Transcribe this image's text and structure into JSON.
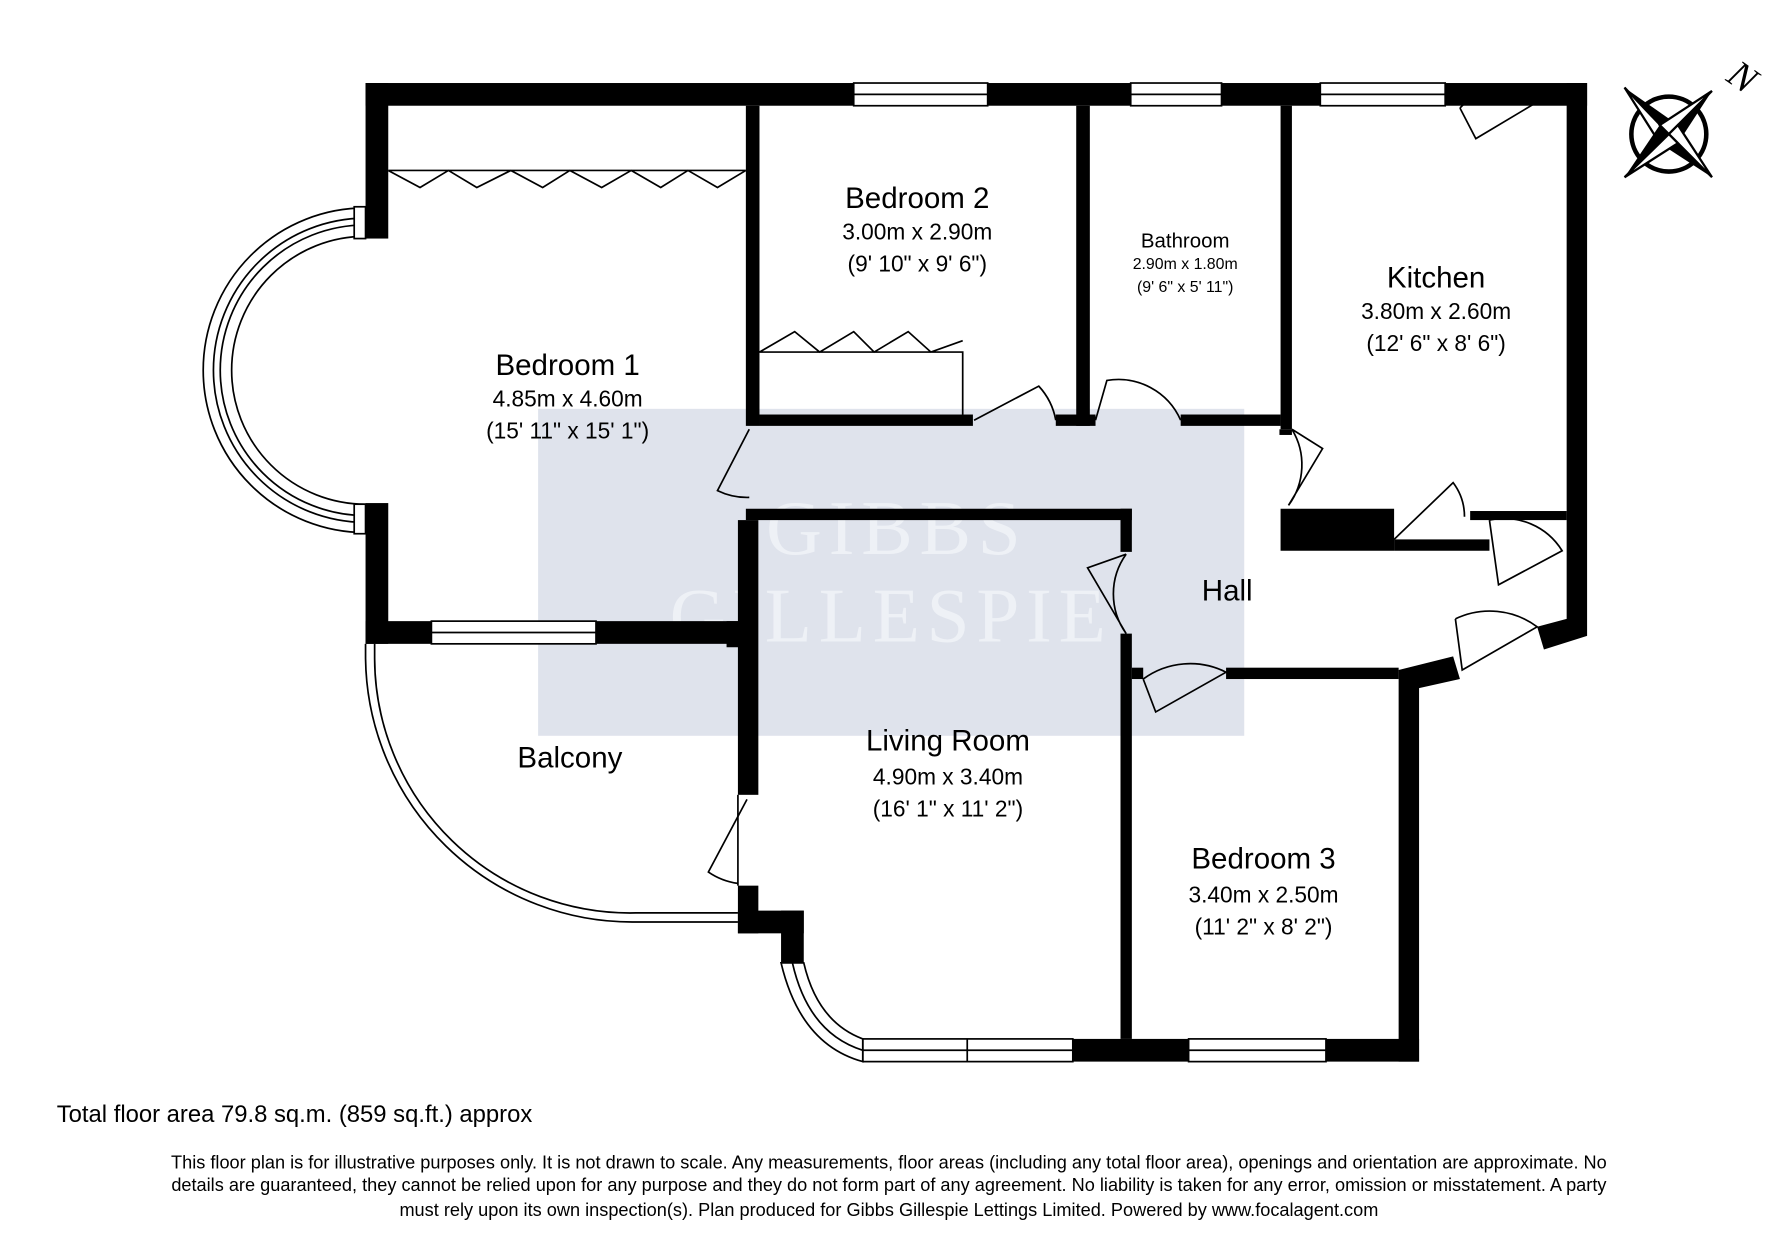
{
  "watermark": {
    "line1": "GIBBS",
    "line2": "GILLESPIE",
    "color": "#dfe3ec"
  },
  "compass": {
    "label": "N"
  },
  "rooms": {
    "bedroom1": {
      "name": "Bedroom 1",
      "metric": "4.85m x 4.60m",
      "imperial": "(15' 11\" x 15' 1\")"
    },
    "bedroom2": {
      "name": "Bedroom 2",
      "metric": "3.00m x 2.90m",
      "imperial": "(9' 10\" x 9' 6\")"
    },
    "bathroom": {
      "name": "Bathroom",
      "metric": "2.90m x 1.80m",
      "imperial": "(9' 6\" x 5' 11\")"
    },
    "kitchen": {
      "name": "Kitchen",
      "metric": "3.80m x 2.60m",
      "imperial": "(12' 6\" x 8' 6\")"
    },
    "hall": {
      "name": "Hall"
    },
    "balcony": {
      "name": "Balcony"
    },
    "living": {
      "name": "Living Room",
      "metric": "4.90m x 3.40m",
      "imperial": "(16' 1\" x 11' 2\")"
    },
    "bedroom3": {
      "name": "Bedroom 3",
      "metric": "3.40m x 2.50m",
      "imperial": "(11' 2\" x 8' 2\")"
    }
  },
  "footer": {
    "total_area": "Total floor area 79.8 sq.m. (859 sq.ft.) approx",
    "disclaimer1": "This floor plan is for illustrative purposes only. It is not drawn to scale. Any measurements, floor areas (including any total floor area), openings and orientation are approximate. No",
    "disclaimer2": "details are guaranteed, they cannot be relied upon for any purpose and they do not form part of any agreement. No liability is taken for any error, omission or misstatement. A party",
    "disclaimer3": "must rely upon its own inspection(s). Plan produced for Gibbs Gillespie Lettings Limited. Powered by www.focalagent.com"
  }
}
